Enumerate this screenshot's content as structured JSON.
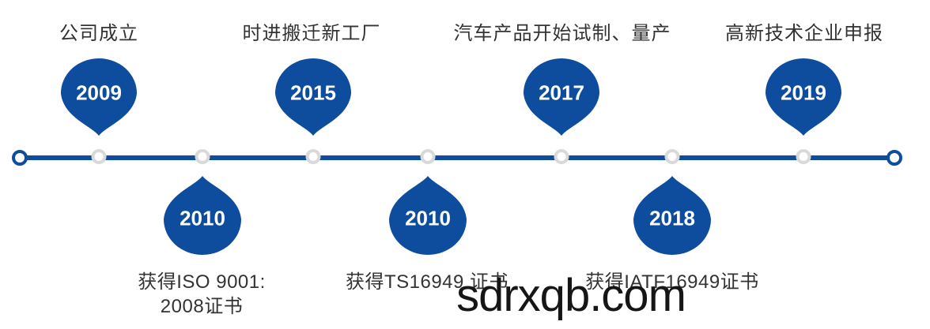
{
  "watermark": "sdrxqb.com",
  "colors": {
    "primary_blue": "#0E4D9E",
    "node_border_gray": "#D9D9D9",
    "label_text": "#333333",
    "year_text": "#FFFFFF",
    "watermark_text": "#161616",
    "background": "#FFFFFF"
  },
  "timeline": {
    "top": [
      {
        "year": "2009",
        "label": "公司成立"
      },
      {
        "year": "2015",
        "label": "时进搬迁新工厂"
      },
      {
        "year": "2017",
        "label": "汽车产品开始试制、量产"
      },
      {
        "year": "2019",
        "label": "高新技术企业申报"
      }
    ],
    "bottom": [
      {
        "year": "2010",
        "label_lines": [
          "获得ISO 9001:",
          "2008证书"
        ]
      },
      {
        "year": "2010",
        "label_lines": [
          "获得TS16949 证书"
        ]
      },
      {
        "year": "2018",
        "label_lines": [
          "获得IATF16949证书"
        ]
      }
    ]
  }
}
